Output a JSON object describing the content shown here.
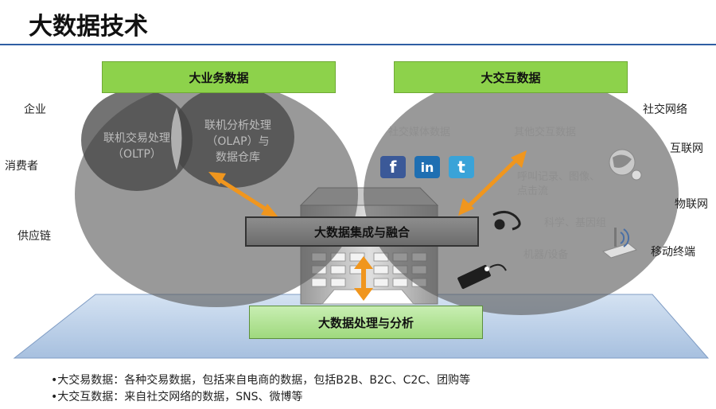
{
  "title": "大数据技术",
  "left_labels": [
    "企业",
    "消费者",
    "供应链"
  ],
  "right_labels": [
    "社交网络",
    "互联网",
    "物联网",
    "移动终端"
  ],
  "header_boxes": {
    "business": "大业务数据",
    "interaction": "大交互数据"
  },
  "left_circles": {
    "oltp": [
      "联机交易处理",
      "（OLTP）"
    ],
    "olap": [
      "联机分析处理",
      "（OLAP）与",
      "数据仓库"
    ]
  },
  "right_texts": {
    "social_media": "社交媒体数据",
    "other_interaction": "其他交互数据",
    "call_records": [
      "呼叫记录、图像、",
      "点击流"
    ],
    "science": "科学、基因组",
    "machine": "机器/设备"
  },
  "social_icons": {
    "facebook": "f",
    "linkedin": "in",
    "twitter": "t"
  },
  "integration_box": "大数据集成与融合",
  "analysis_box": "大数据处理与分析",
  "bullets": [
    "•大交易数据：各种交易数据，包括来自电商的数据，包括B2B、B2C、C2C、团购等",
    "•大交互数据：来自社交网络的数据，SNS、微博等"
  ],
  "colors": {
    "accent_rule": "#2f5fa3",
    "green": "#8dd24b",
    "arrow_orange": "#f0961e",
    "circle_gray": "#5b5b5b",
    "platform_blue": "#bfd3ea"
  }
}
